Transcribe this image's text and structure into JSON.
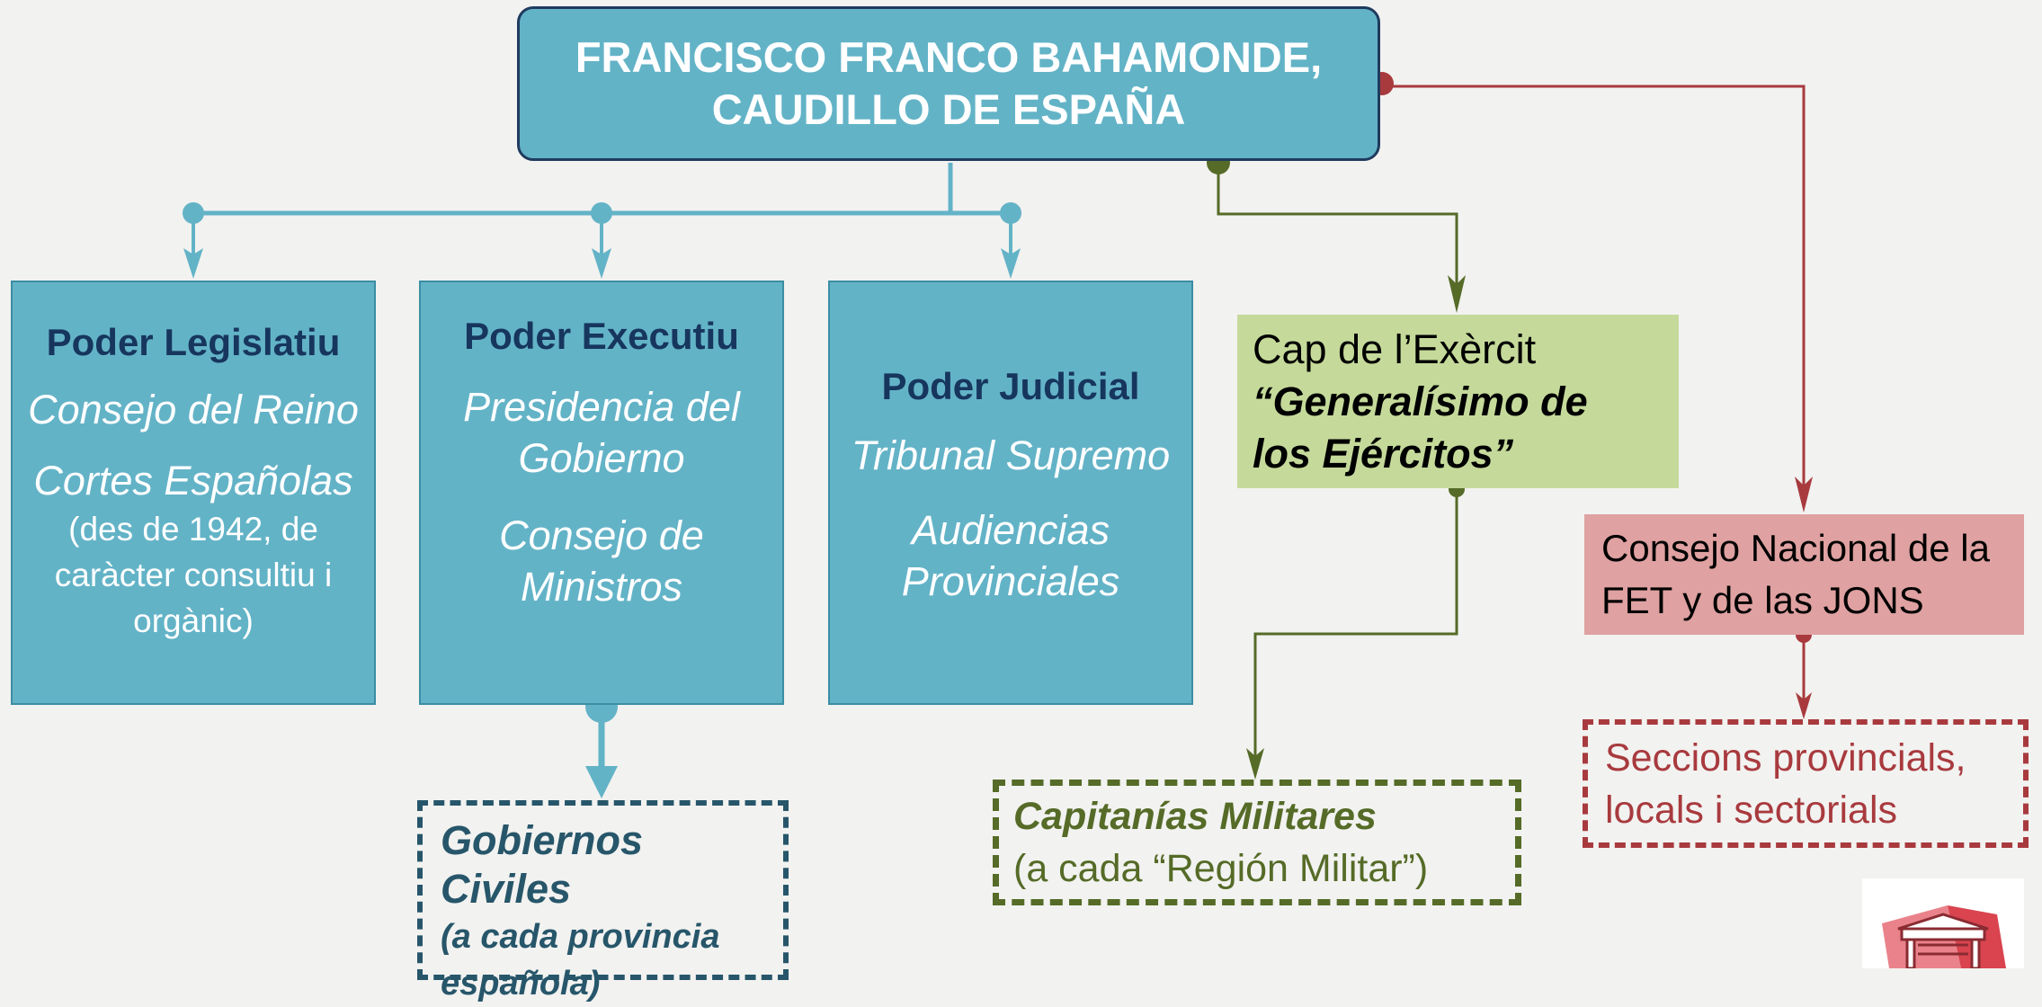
{
  "title": {
    "line1": "FRANCISCO FRANCO BAHAMONDE,",
    "line2": "CAUDILLO DE ESPAÑA"
  },
  "powers": {
    "legislative": {
      "heading": "Poder Legislatiu",
      "item1": "Consejo del Reino",
      "item2": "Cortes Españolas",
      "note": "(des de 1942, de caràcter consultiu i orgànic)"
    },
    "executive": {
      "heading": "Poder Executiu",
      "item1": "Presidencia del Gobierno",
      "item2": "Consejo de Ministros"
    },
    "judicial": {
      "heading": "Poder Judicial",
      "item1": "Tribunal Supremo",
      "item2": "Audiencias Provinciales"
    }
  },
  "army": {
    "line1": "Cap de l’Exèrcit",
    "line2": "“Generalísimo de los Ejércitos”"
  },
  "consejo_nacional": {
    "text": "Consejo Nacional de la FET y de las JONS"
  },
  "gobiernos_civiles": {
    "line1": "Gobiernos Civiles",
    "line2": "(a cada provincia española)"
  },
  "capitanias": {
    "line1": "Capitanías Militares",
    "line2": "(a cada “Región Militar”)"
  },
  "secciones": {
    "text": "Seccions provincials, locals i sectorials"
  },
  "colors": {
    "teal": "#63b3c7",
    "navy": "#17365d",
    "green_box": "#c5da9a",
    "green_line": "#556b27",
    "red_box": "#dfa1a1",
    "red_line": "#a83a3e"
  }
}
